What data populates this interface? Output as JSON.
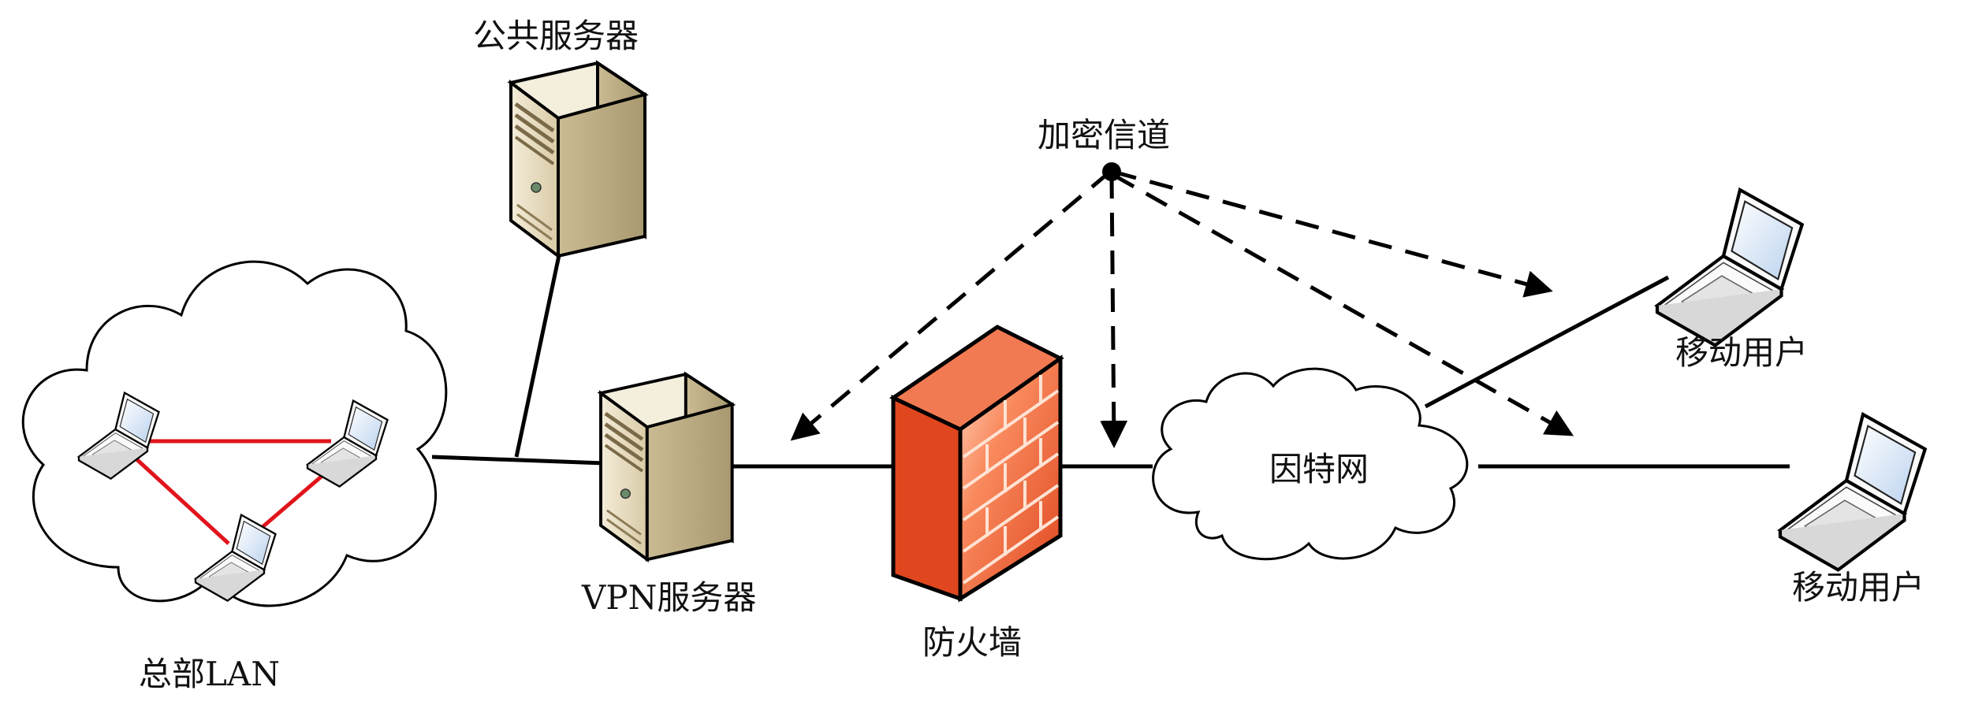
{
  "labels": {
    "public_server": "公共服务器",
    "encrypted_channel": "加密信道",
    "hq_lan": "总部LAN",
    "vpn_server": "VPN服务器",
    "firewall": "防火墙",
    "internet": "因特网",
    "mobile_user_1": "移动用户",
    "mobile_user_2": "移动用户"
  },
  "colors": {
    "line": "#000000",
    "lan_link": "#e0141c",
    "firewall_fill": "#f06a3c",
    "server_fill": "#e6dcc0"
  }
}
